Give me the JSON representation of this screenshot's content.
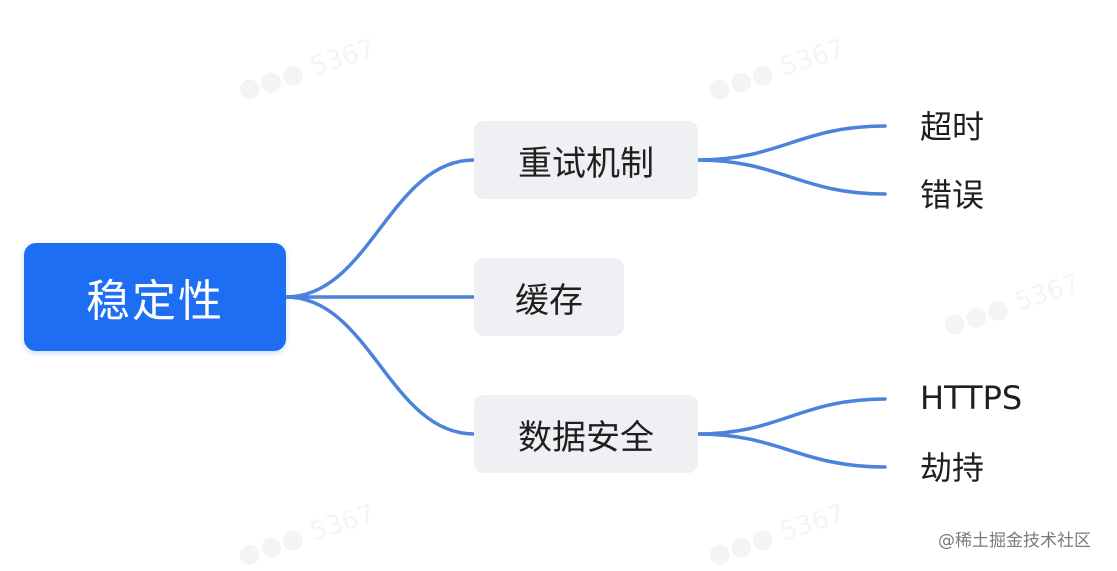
{
  "mindmap": {
    "root": {
      "label": "稳定性"
    },
    "branches": [
      {
        "label": "重试机制",
        "children": [
          {
            "label": "超时"
          },
          {
            "label": "错误"
          }
        ]
      },
      {
        "label": "缓存",
        "children": []
      },
      {
        "label": "数据安全",
        "children": [
          {
            "label": "HTTPS"
          },
          {
            "label": "劫持"
          }
        ]
      }
    ]
  },
  "footer": {
    "credit": "@稀土掘金技术社区"
  },
  "colors": {
    "root_fill": "#1e6ef4",
    "branch_fill": "#eef0f3",
    "connector": "#4b82dc",
    "text": "#1f1f1f"
  }
}
